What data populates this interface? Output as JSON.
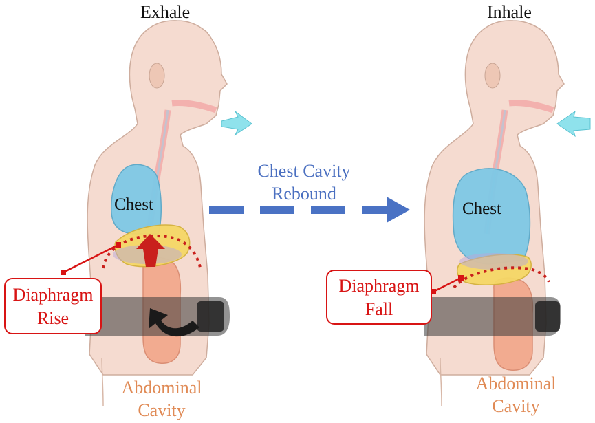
{
  "left_panel": {
    "title": "Exhale",
    "chest_label": "Chest",
    "diaphragm_label": [
      "Diaphragm",
      "Rise"
    ],
    "abdominal_label": [
      "Abdominal",
      "Cavity"
    ]
  },
  "right_panel": {
    "title": "Inhale",
    "chest_label": "Chest",
    "diaphragm_label": [
      "Diaphragm",
      "Fall"
    ],
    "abdominal_label": [
      "Abdominal",
      "Cavity"
    ]
  },
  "transition": {
    "label": [
      "Chest Cavity",
      "Rebound"
    ]
  },
  "colors": {
    "skin": "#f4d8cb",
    "chest": "#7ec9e6",
    "diaphragm": "#f5d766",
    "abdomen": "#f2a98d",
    "belt": "#3a3a3a",
    "red": "#d81414",
    "blue": "#4a72c4",
    "text_blue": "#4a6fc0",
    "text_orange": "#e08a55"
  }
}
